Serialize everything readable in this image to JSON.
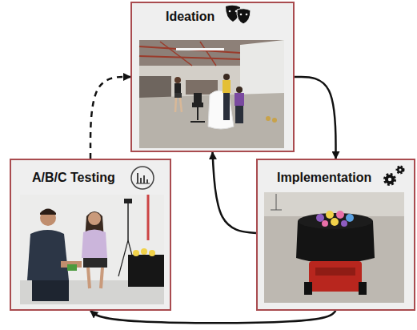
{
  "diagram": {
    "nodes": [
      {
        "text": [
          "Ideation"
        ]
      },
      {
        "text": [
          "A/B/C Testing"
        ]
      },
      {
        "text": [
          "Implementation"
        ]
      }
    ],
    "edges": [
      {
        "from": 0,
        "to": 2,
        "arrow": "to"
      },
      {
        "from": 2,
        "to": 0,
        "arrow": "to"
      },
      {
        "from": 2,
        "to": 1,
        "arrow": "to"
      },
      {
        "from": 1,
        "to": 0,
        "arrow": "to"
      }
    ]
  }
}
